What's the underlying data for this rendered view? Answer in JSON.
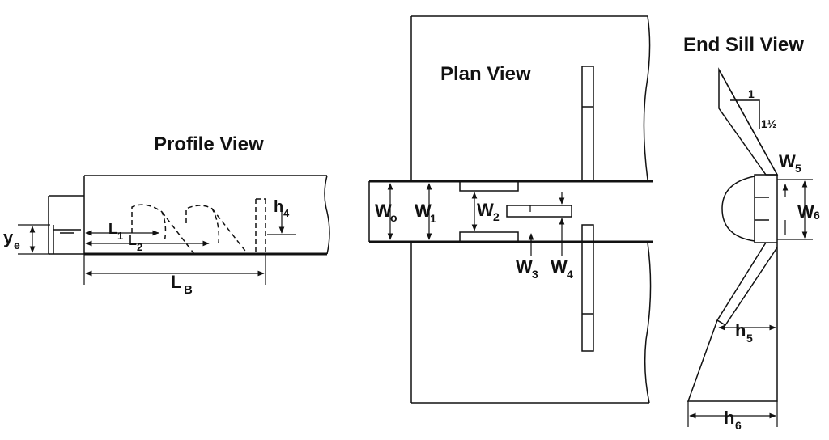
{
  "titles": {
    "profile": "Profile View",
    "plan": "Plan View",
    "end_sill": "End Sill View"
  },
  "profile_labels": {
    "ye": {
      "main": "y",
      "sub": "e"
    },
    "l1": {
      "main": "L",
      "sub": "1"
    },
    "l2": {
      "main": "L",
      "sub": "2"
    },
    "lb": {
      "main": "L",
      "sub": "B"
    },
    "h4": {
      "main": "h",
      "sub": "4"
    }
  },
  "plan_labels": {
    "wo": {
      "main": "W",
      "sub": "o"
    },
    "w1": {
      "main": "W",
      "sub": "1"
    },
    "w2": {
      "main": "W",
      "sub": "2"
    },
    "w3": {
      "main": "W",
      "sub": "3"
    },
    "w4": {
      "main": "W",
      "sub": "4"
    }
  },
  "end_sill_labels": {
    "slope_run": "1",
    "slope_rise": "1½",
    "w5": {
      "main": "W",
      "sub": "5"
    },
    "w6": {
      "main": "W",
      "sub": "6"
    },
    "h5": {
      "main": "h",
      "sub": "5"
    },
    "h6": {
      "main": "h",
      "sub": "6"
    }
  }
}
